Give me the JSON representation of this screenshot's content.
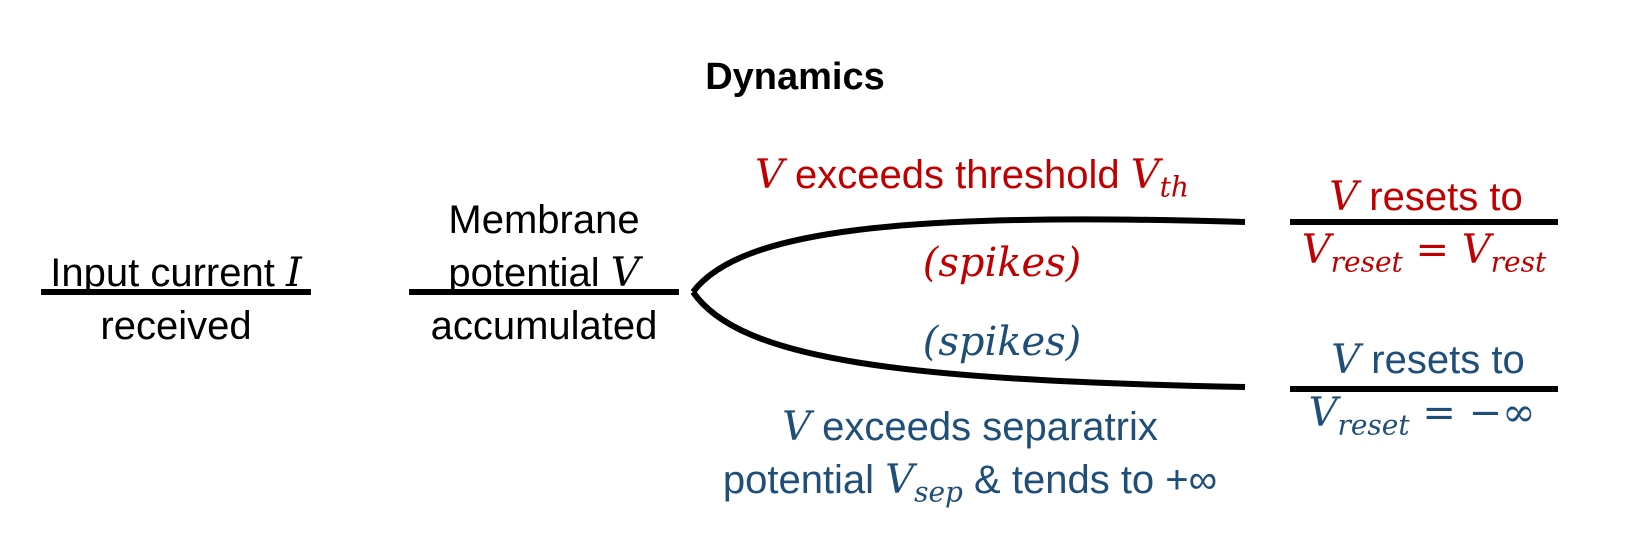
{
  "title": "Dynamics",
  "input": {
    "line1_text": "Input current ",
    "line1_var": "I",
    "line2": "received"
  },
  "membrane": {
    "line1": "Membrane",
    "line2_text": "potential ",
    "line2_var": "V",
    "line3": "accumulated"
  },
  "upper_branch": {
    "var": "V",
    "text": " exceeds threshold ",
    "th_var": "V",
    "th_sub": "th",
    "spikes": "(spikes)",
    "result_var": "V",
    "result_text": " resets to",
    "reset_var": "V",
    "reset_sub": "reset",
    "equals": " = ",
    "rest_var": "V",
    "rest_sub": "rest"
  },
  "lower_branch": {
    "spikes": "(spikes)",
    "var": "V",
    "text": " exceeds separatrix",
    "line2_text": "potential ",
    "sep_var": "V",
    "sep_sub": "sep",
    "line2_tail": " & tends to +∞",
    "result_var": "V",
    "result_text": " resets to",
    "reset_var": "V",
    "reset_sub": "reset",
    "reset_value": " = −∞"
  },
  "colors": {
    "upper": "#C00000",
    "lower": "#1F4E79",
    "lines": "#000000"
  }
}
